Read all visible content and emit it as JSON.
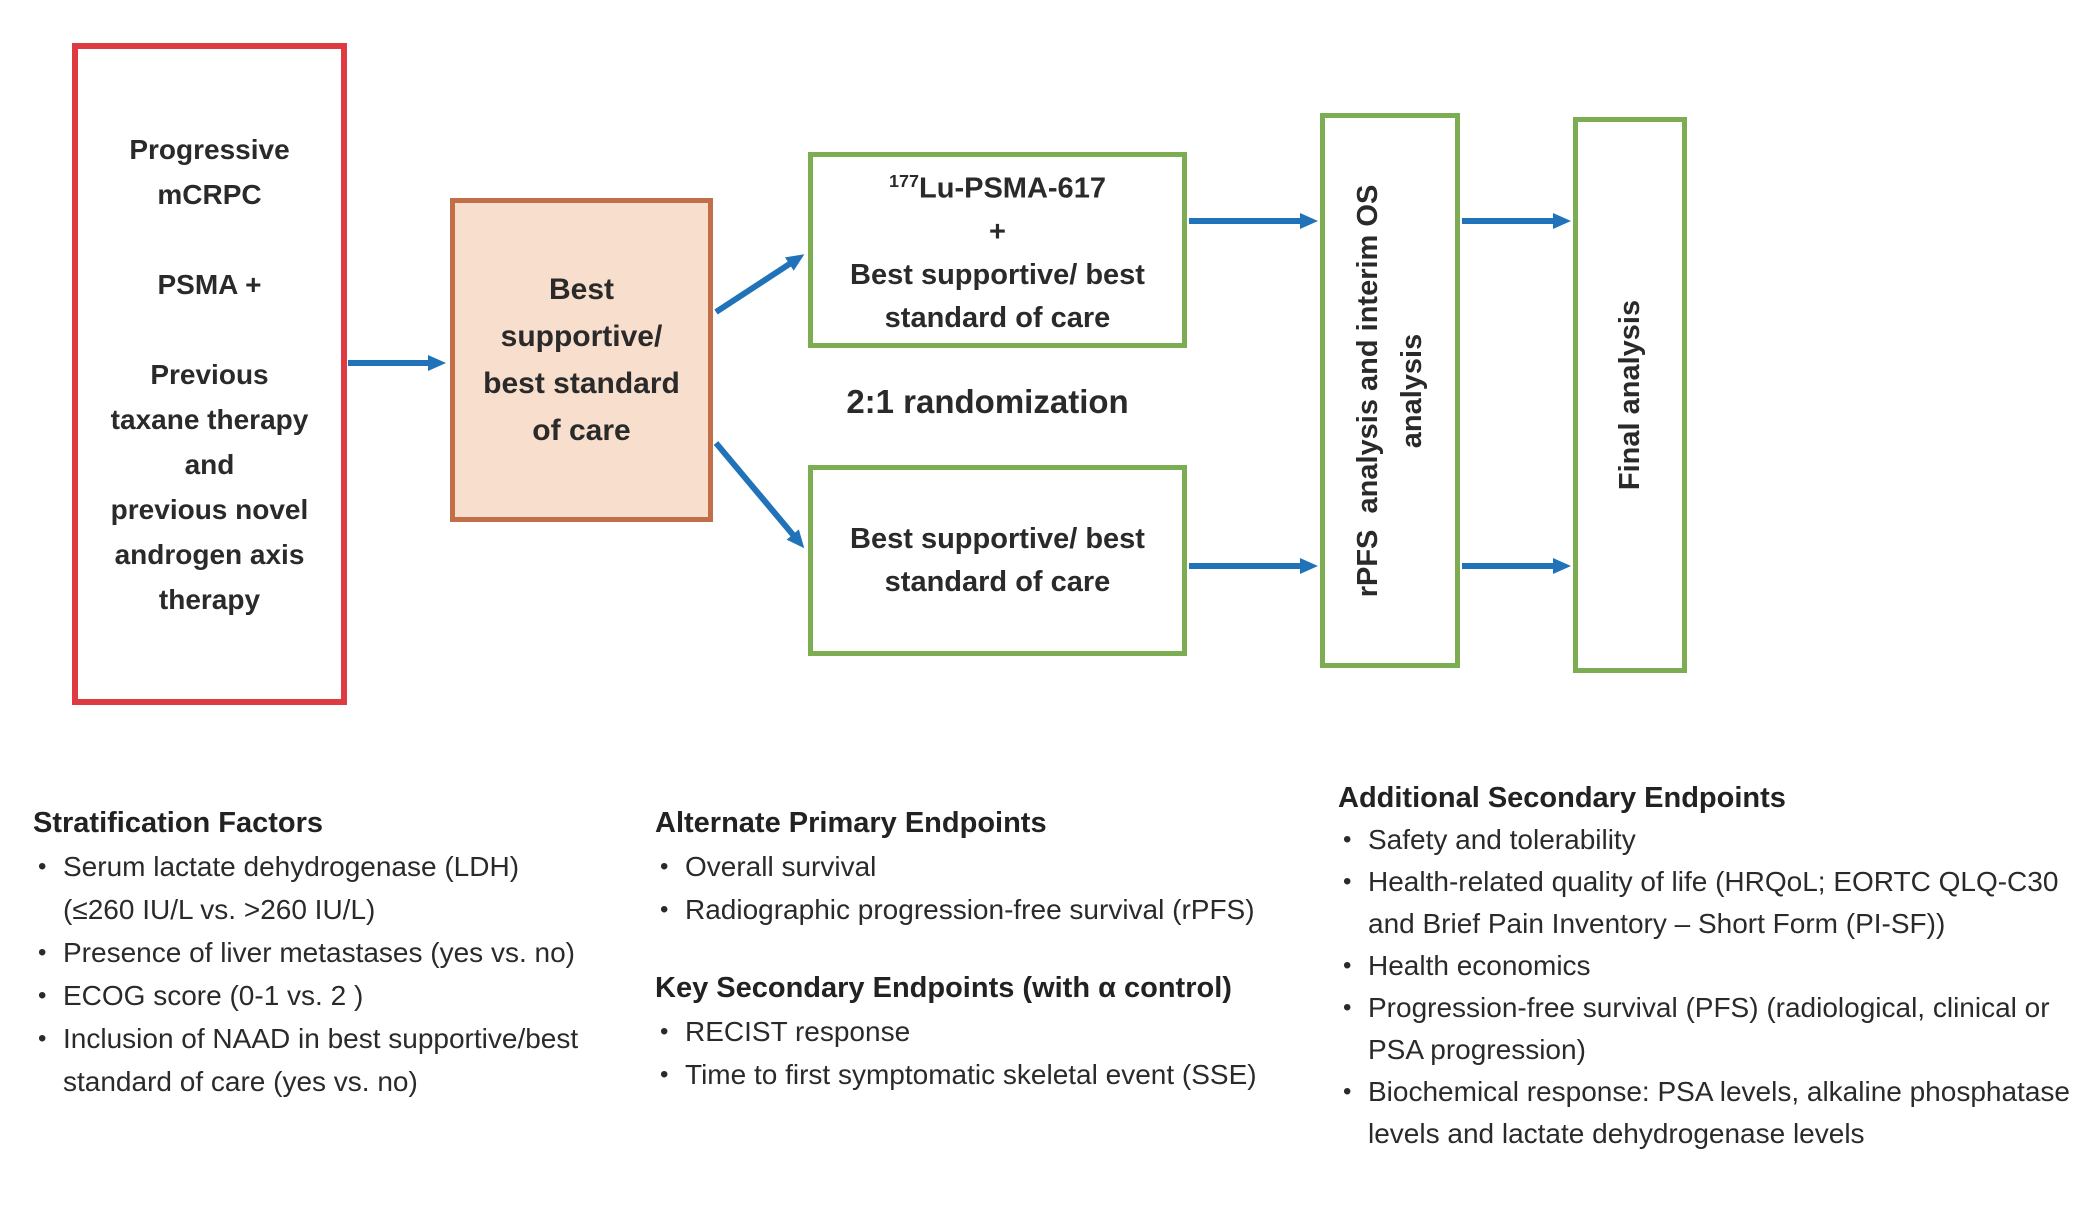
{
  "colors": {
    "red_border": "#de3a42",
    "green_border": "#7cad53",
    "orange_border": "#c26f49",
    "orange_fill": "#f8dfcd",
    "arrow_blue": "#2173b9",
    "text": "#2a2a2a"
  },
  "diagram": {
    "eligibility_box": {
      "text": "Progressive\nmCRPC\n\nPSMA +\n\nPrevious\ntaxane therapy\nand\nprevious novel\nandrogen axis\ntherapy"
    },
    "bsoc_box": {
      "text": "Best\nsupportive/\nbest standard\nof care"
    },
    "treatment_arm_box": {
      "superscript": "177",
      "drug": "Lu-PSMA-617",
      "plus": "+",
      "rest": "Best supportive/ best standard of care"
    },
    "randomization_label": "2:1 randomization",
    "control_arm_box": {
      "text": "Best supportive/ best standard of care"
    },
    "rpfs_box": {
      "text": "rPFS  analysis and interim OS\nanalysis"
    },
    "final_box": {
      "text": "Final analysis"
    }
  },
  "sections": {
    "stratification": {
      "heading": "Stratification Factors",
      "items": [
        "Serum lactate dehydrogenase (LDH) (≤260 IU/L  vs. >260 IU/L)",
        "Presence of liver metastases (yes vs. no)",
        "ECOG score (0-1 vs. 2 )",
        "Inclusion of NAAD in best supportive/best standard of care (yes vs. no)"
      ]
    },
    "alternate_primary": {
      "heading": "Alternate Primary Endpoints",
      "items": [
        "Overall survival",
        "Radiographic progression-free survival (rPFS)"
      ]
    },
    "key_secondary": {
      "heading": "Key Secondary Endpoints (with α control)",
      "items": [
        "RECIST response",
        "Time to first symptomatic skeletal event (SSE)"
      ]
    },
    "additional_secondary": {
      "heading": "Additional Secondary Endpoints",
      "items": [
        "Safety and tolerability",
        "Health-related quality of life (HRQoL; EORTC QLQ-C30 and Brief Pain Inventory – Short Form (PI-SF))",
        "Health economics",
        "Progression-free survival (PFS) (radiological, clinical or PSA progression)",
        "Biochemical response: PSA levels, alkaline phosphatase levels and lactate dehydrogenase levels"
      ]
    }
  }
}
